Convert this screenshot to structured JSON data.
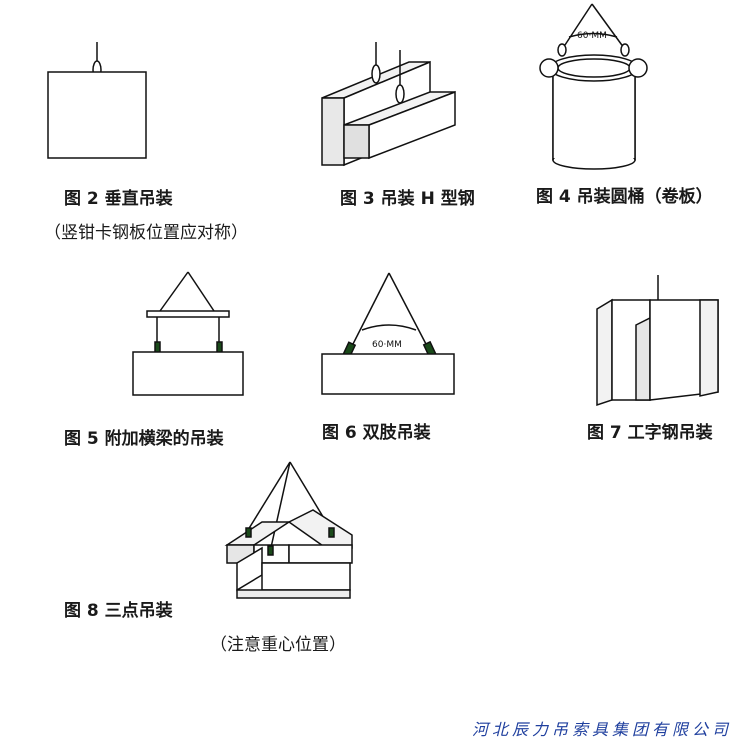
{
  "figures": [
    {
      "id": "fig2",
      "caption": "图 2 垂直吊装",
      "note": "（竖钳卡钢板位置应对称）"
    },
    {
      "id": "fig3",
      "caption": "图 3 吊装 H 型钢"
    },
    {
      "id": "fig4",
      "caption": "图 4 吊装圆桶（卷板）",
      "angle_label": "60·MM"
    },
    {
      "id": "fig5",
      "caption": "图 5 附加横梁的吊装"
    },
    {
      "id": "fig6",
      "caption": "图 6 双肢吊装",
      "angle_label": "60·MM"
    },
    {
      "id": "fig7",
      "caption": "图 7 工字钢吊装"
    },
    {
      "id": "fig8",
      "caption": "图 8 三点吊装",
      "note": "（注意重心位置）"
    }
  ],
  "company": "河北辰力吊索具集团有限公司",
  "colors": {
    "line": "#111111",
    "company": "#1f3f9e"
  }
}
